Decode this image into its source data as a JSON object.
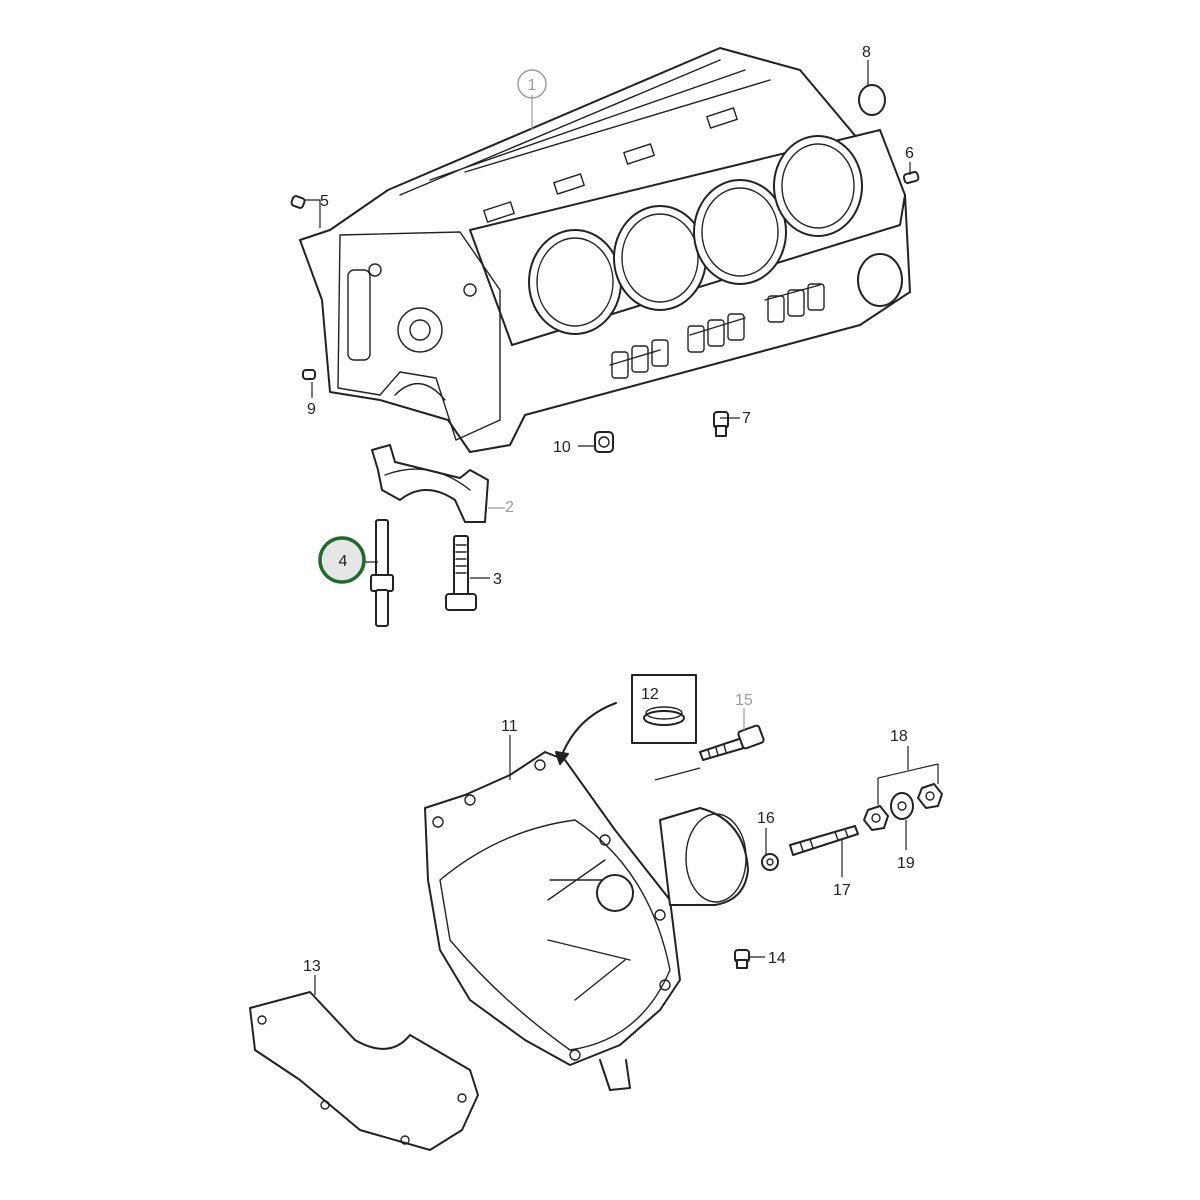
{
  "callouts": {
    "c1": "1",
    "c2": "2",
    "c3": "3",
    "c4": "4",
    "c5": "5",
    "c6": "6",
    "c7": "7",
    "c8": "8",
    "c9": "9",
    "c10": "10",
    "c11": "11",
    "c12": "12",
    "c13": "13",
    "c14": "14",
    "c15": "15",
    "c16": "16",
    "c17": "17",
    "c18": "18",
    "c19": "19"
  },
  "highlighted_callout": "4",
  "colors": {
    "highlight_ring": "#1f6b2a",
    "muted_label": "#9a9a9a",
    "line": "#222222"
  }
}
